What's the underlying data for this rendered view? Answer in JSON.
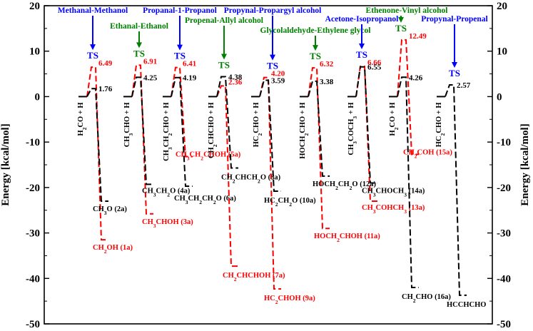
{
  "chart_data": {
    "type": "line",
    "ylabel": "Energy [kcal/mol]",
    "ylim": [
      -50,
      20
    ],
    "yticks": [
      20,
      10,
      0,
      -10,
      -20,
      -30,
      -40,
      -50
    ],
    "ts_label": "TS",
    "colors": {
      "black": "#000000",
      "red": "#ff0000",
      "blue": "#0000ff",
      "green": "#008000"
    },
    "systems": [
      {
        "title": "Methanal-Methanol",
        "title_color": "blue",
        "reactant": "H2CO + H",
        "branches": [
          {
            "color": "red",
            "ts_energy": 6.49,
            "ts_label": "6.49",
            "product_energy": -31.5,
            "product_label": "CH2OH (1a)"
          },
          {
            "color": "black",
            "ts_energy": 1.76,
            "ts_label": "1.76",
            "product_energy": -23.0,
            "product_label": "CH3O (2a)"
          }
        ]
      },
      {
        "title": "Ethanal-Ethanol",
        "title_color": "green",
        "reactant": "CH3CHO + H",
        "branches": [
          {
            "color": "red",
            "ts_energy": 6.91,
            "ts_label": "6.91",
            "product_energy": -25.8,
            "product_label": "CH3CHOH (3a)"
          },
          {
            "color": "black",
            "ts_energy": 4.25,
            "ts_label": "4.25",
            "product_energy": -19.3,
            "product_label": "CH3CH2O (4a)"
          }
        ]
      },
      {
        "title": "Propanal-1-Propanol",
        "title_color": "blue",
        "reactant": "CH3CH2CHO + H",
        "branches": [
          {
            "color": "red",
            "ts_energy": 6.41,
            "ts_label": "6.41",
            "product_energy": -13.2,
            "product_label": "CH3CH2CHOH (5a)"
          },
          {
            "color": "black",
            "ts_energy": 4.19,
            "ts_label": "4.19",
            "product_energy": -19.7,
            "product_label": "CH3CH2CH2O (6a)"
          }
        ]
      },
      {
        "title": "Propenal-Allyl alcohol",
        "title_color": "green",
        "reactant": "CH2CHCHO + H",
        "branches": [
          {
            "color": "red",
            "ts_energy": 2.36,
            "ts_label": "2.36",
            "product_energy": -37.3,
            "product_label": "CH2CHCHOH (7a)"
          },
          {
            "color": "black",
            "ts_energy": 4.38,
            "ts_label": "4.38",
            "product_energy": -15.7,
            "product_label": "CH2CHCH2O (8a)"
          }
        ]
      },
      {
        "title": "Propynal-Propargyl alcohol",
        "title_color": "blue",
        "reactant": "HC2CHO + H",
        "branches": [
          {
            "color": "red",
            "ts_energy": 4.2,
            "ts_label": "4.20",
            "product_energy": -42.3,
            "product_label": "HC2CHOH (9a)"
          },
          {
            "color": "black",
            "ts_energy": 3.59,
            "ts_label": "3.59",
            "product_energy": -20.8,
            "product_label": "HC2CH2O (10a)"
          }
        ]
      },
      {
        "title": "Glycolaldehyde-Ethylene glycol",
        "title_color": "green",
        "reactant": "HOCH2CHO + H",
        "branches": [
          {
            "color": "red",
            "ts_energy": 6.32,
            "ts_label": "6.32",
            "product_energy": -29.0,
            "product_label": "HOCH2CHOH (11a)"
          },
          {
            "color": "black",
            "ts_energy": 3.38,
            "ts_label": "3.38",
            "product_energy": -17.5,
            "product_label": "HOCH2CH2O (12a)"
          }
        ]
      },
      {
        "title": "Acetone-Isopropanol",
        "title_color": "blue",
        "reactant": "CH3COCH3 + H",
        "branches": [
          {
            "color": "red",
            "ts_energy": 6.66,
            "ts_label": "6.66",
            "product_energy": -23.0,
            "product_label": "CH3COHCH3 (13a)"
          },
          {
            "color": "black",
            "ts_energy": 6.55,
            "ts_label": "6.55",
            "product_energy": -19.0,
            "product_label": "CH3CHOCH3 (14a)"
          }
        ]
      },
      {
        "title": "Ethenone-Vinyl alcohol",
        "title_color": "green",
        "reactant": "H2CO + H",
        "branches": [
          {
            "color": "red",
            "ts_energy": 12.49,
            "ts_label": "12.49",
            "product_energy": -12.7,
            "product_label": "CH2COH (15a)"
          },
          {
            "color": "black",
            "ts_energy": 4.26,
            "ts_label": "4.26",
            "product_energy": -42.0,
            "product_label": "CH2CHO (16a)"
          }
        ]
      },
      {
        "title": "Propynal-Propenal",
        "title_color": "blue",
        "reactant": "HC2CHO + H",
        "branches": [
          {
            "color": "black",
            "ts_energy": 2.57,
            "ts_label": "2.57",
            "product_energy": -43.7,
            "product_label": "HCCHCHO"
          }
        ]
      }
    ]
  }
}
